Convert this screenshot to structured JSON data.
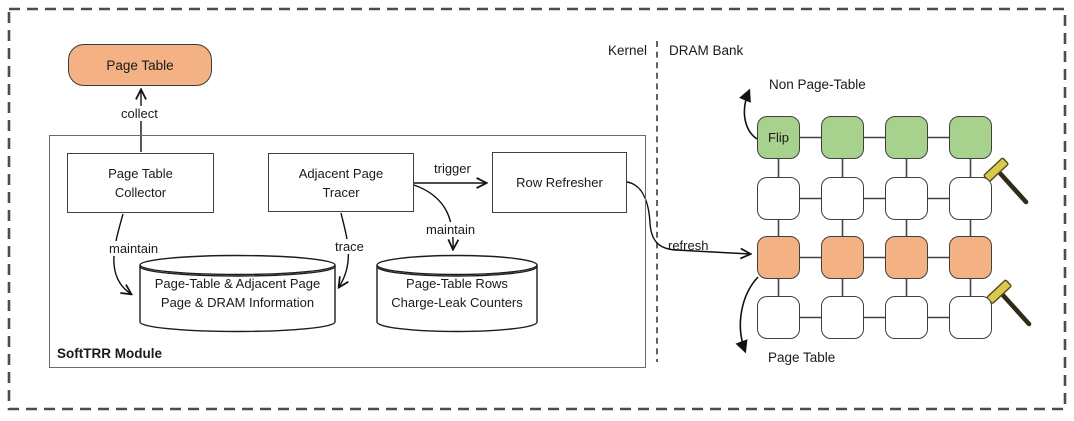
{
  "colors": {
    "orange": "#f4b183",
    "green": "#a9d18e",
    "white_cell": "#ffffff",
    "cell_border": "#3f3f3f"
  },
  "kernel_side": {
    "region_label": "Kernel",
    "page_table_node_label": "Page Table",
    "collect_label": "collect",
    "softtrr": {
      "title": "SoftTRR Module",
      "collector": {
        "line1": "Page Table",
        "line2": "Collector"
      },
      "tracer": {
        "line1": "Adjacent Page",
        "line2": "Tracer"
      },
      "refresher_label": "Row Refresher",
      "maintain_left_label": "maintain",
      "trace_label": "trace",
      "maintain_right_label": "maintain",
      "trigger_label": "trigger",
      "db_info": {
        "line1": "Page-Table & Adjacent Page",
        "line2": "Page & DRAM Information"
      },
      "db_counters": {
        "line1": "Page-Table Rows",
        "line2": "Charge-Leak Counters"
      }
    }
  },
  "dram_side": {
    "region_label": "DRAM Bank",
    "refresh_label": "refresh",
    "non_page_table_label": "Non Page-Table",
    "page_table_label": "Page Table",
    "flip_label": "Flip",
    "grid_rows": [
      {
        "row": 1,
        "type": "non-page-table rows",
        "color": "green"
      },
      {
        "row": 2,
        "type": "aggressor rows (hammered)",
        "color": "white"
      },
      {
        "row": 3,
        "type": "page-table rows (refreshed)",
        "color": "orange"
      },
      {
        "row": 4,
        "type": "aggressor rows (hammered)",
        "color": "white"
      }
    ],
    "icons": {
      "hammer": "rowhammer-hammer-icon"
    }
  }
}
